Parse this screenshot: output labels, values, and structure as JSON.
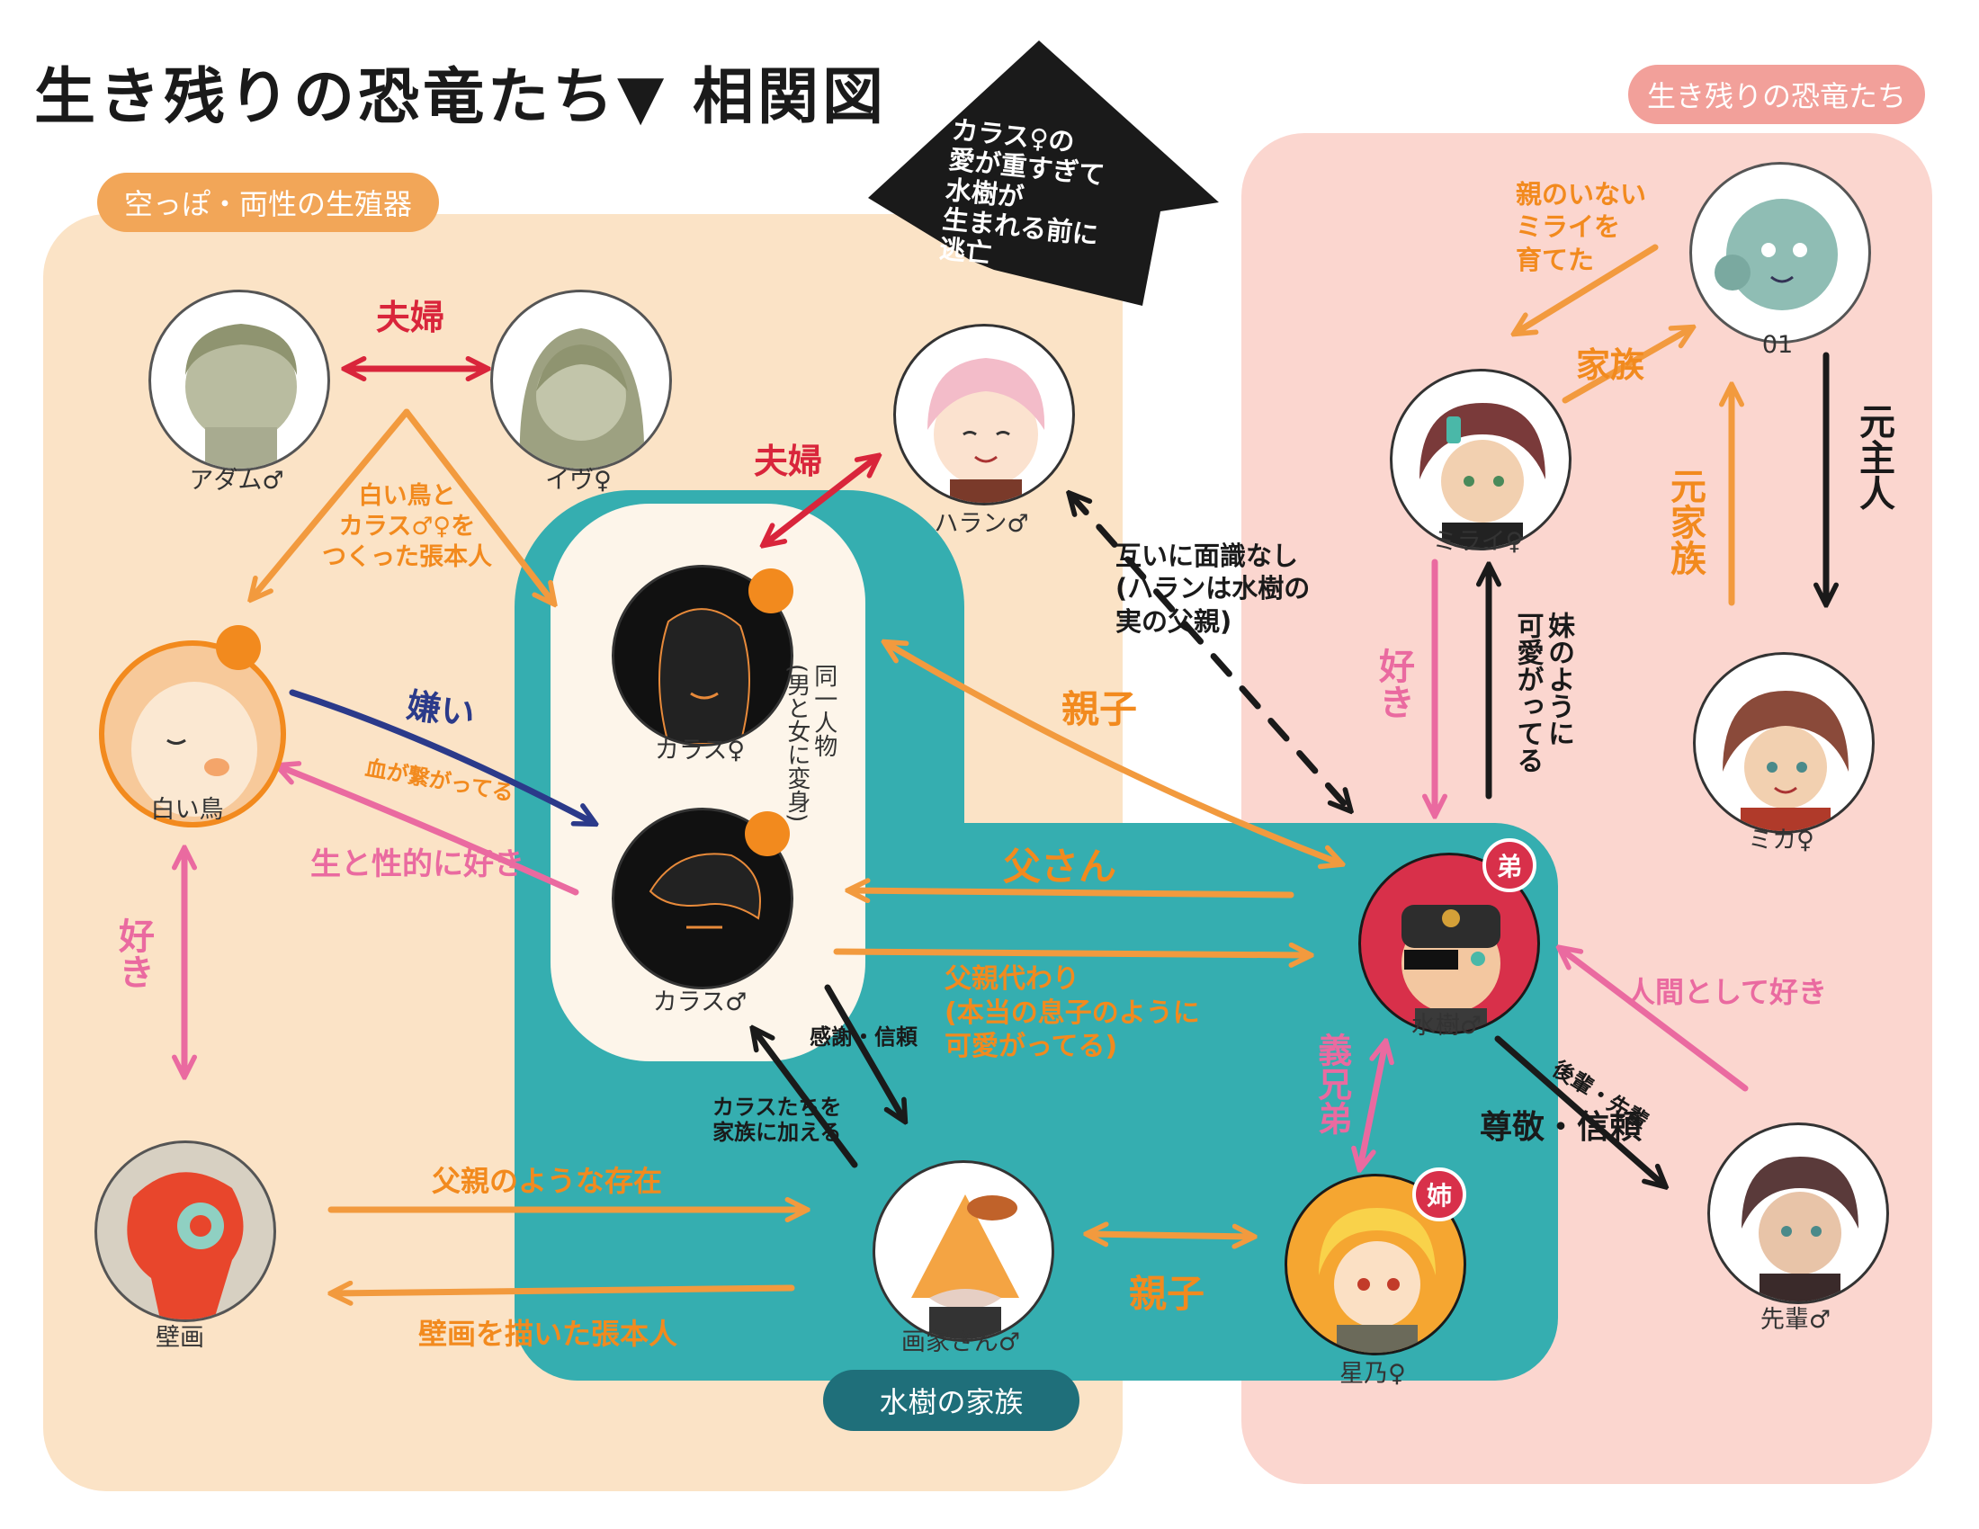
{
  "title": "生き残りの恐竜たち▼ 相関図",
  "colors": {
    "orange_arrow": "#f29a3e",
    "pink_arrow": "#ea6aa0",
    "red_arrow": "#d9253b",
    "navy_arrow": "#2b3a8a",
    "black_arrow": "#1a1a1a",
    "beige_region": "#fbe3c6",
    "pink_region": "#fbd6cf",
    "teal_region": "#35aeb0"
  },
  "regions": {
    "left_label": "空っぽ・両性の生殖器",
    "right_label": "生き残りの恐竜たち",
    "family_label": "水樹の家族"
  },
  "big_arrow_text": "カラス♀の\n愛が重すぎて\n水樹が\n生まれる前に\n逃亡",
  "characters": {
    "adam": "アダム♂",
    "eve": "イヴ♀",
    "hakucho": "白い鳥",
    "hekiga": "壁画",
    "haran": "ハラン♂",
    "karasu_f": "カラス♀",
    "karasu_m": "カラス♂",
    "gaka": "画家さん♂",
    "mizuki": "水樹♂",
    "hoshino": "星乃♀",
    "mirai": "ミライ♀",
    "zero_one": "01",
    "mika": "ミカ♀",
    "senpai": "先輩♂"
  },
  "badges": {
    "mizuki": "弟",
    "hoshino": "姉"
  },
  "relations": {
    "adam_eve": "夫婦",
    "creators": "白い鳥と\nカラス♂♀を\nつくった張本人",
    "hate": "嫌い",
    "blood": "血が繋がってる",
    "love_sex": "生と性的に好き",
    "suki_left": "好き",
    "same_person": "同一人物\n(男と女に変身)",
    "haran_couple": "夫婦",
    "no_acquaintance": "互いに面識なし\n(ハランは水樹の\n実の父親)",
    "oyako_karasu": "親子",
    "tousan": "父さん",
    "father_substitute": "父親代わり\n(本当の息子のように\n可愛がってる)",
    "thanks": "感謝・信頼",
    "family_add": "カラスたちを\n家族に加える",
    "father_like": "父親のような存在",
    "mural_maker": "壁画を描いた張本人",
    "oyako_gaka": "親子",
    "giky": "義兄弟",
    "suki_right": "好き",
    "imouto": "妹のように\n可愛がってる",
    "raised": "親のいない\nミライを\n育てた",
    "kazoku": "家族",
    "moto_kazoku": "元家族",
    "moto_shujin": "元主人",
    "human_love": "人間として好き",
    "kouhai": "後輩・先輩",
    "respect": "尊敬・信頼"
  }
}
